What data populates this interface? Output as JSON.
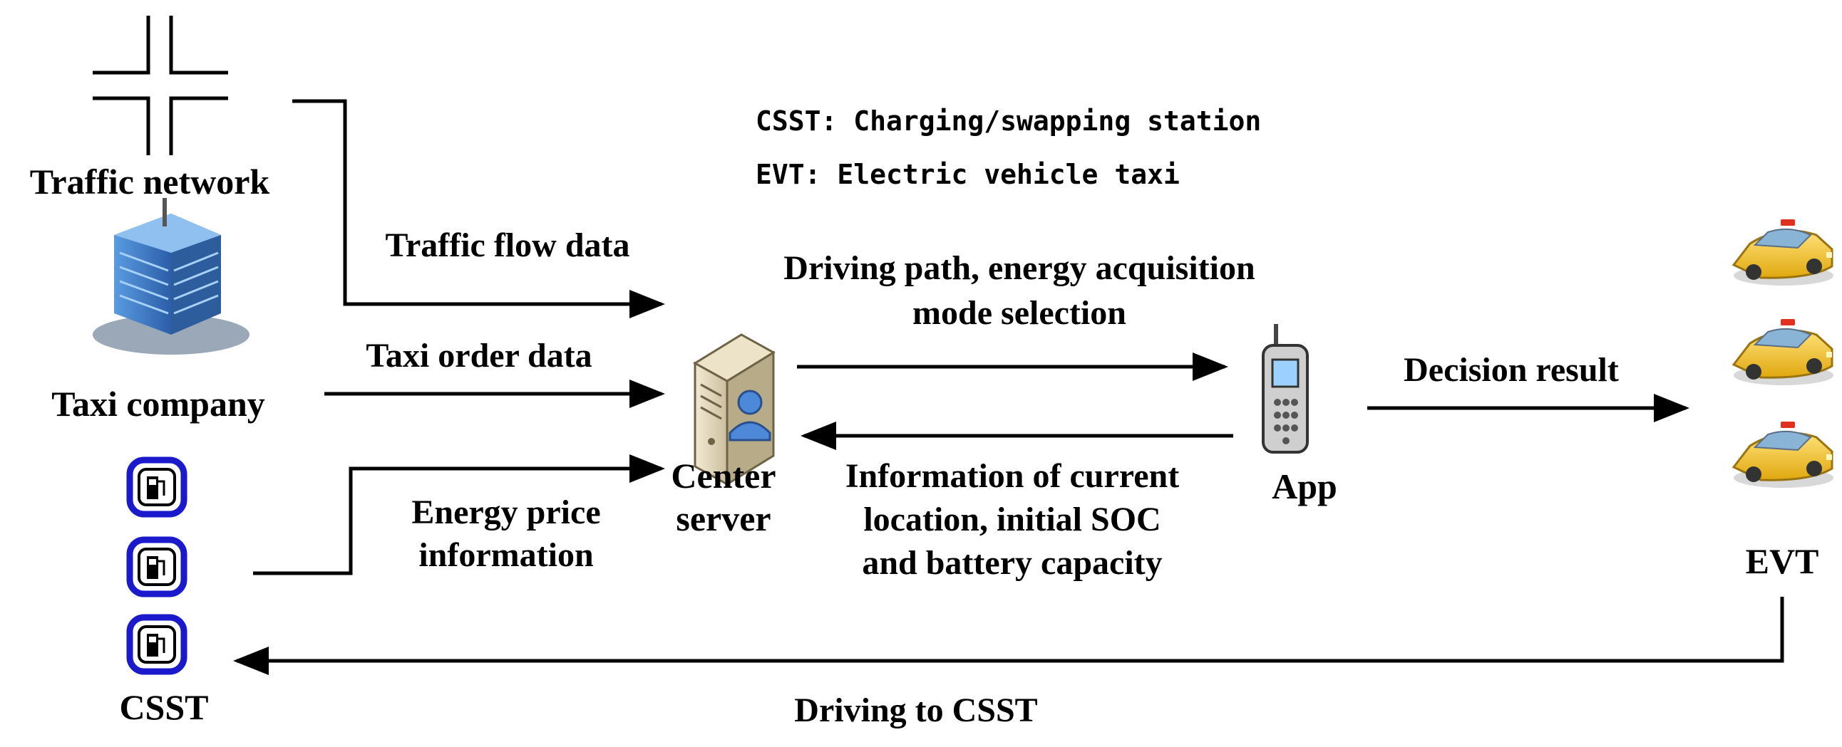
{
  "legend": {
    "csst": "CSST: Charging/swapping station",
    "evt": "EVT: Electric vehicle taxi"
  },
  "nodes": {
    "traffic_network": "Traffic network",
    "taxi_company": "Taxi company",
    "csst": "CSST",
    "center_server_line1": "Center",
    "center_server_line2": "server",
    "app": "App",
    "evt": "EVT"
  },
  "flows": {
    "traffic_flow": "Traffic flow data",
    "taxi_order": "Taxi order data",
    "energy_price_line1": "Energy price",
    "energy_price_line2": "information",
    "driving_path_line1": "Driving path, energy acquisition",
    "driving_path_line2": "mode selection",
    "info_line1": "Information of current",
    "info_line2": "location, initial SOC",
    "info_line3": "and battery capacity",
    "decision_result": "Decision result",
    "driving_to_csst": "Driving to CSST"
  },
  "colors": {
    "line": "#000000",
    "station_ring": "#1a1acc",
    "taxi_body": "#f2c21b",
    "building": "#3d7cc9"
  },
  "icons": {
    "traffic_network": "road-intersection-icon",
    "taxi_company": "office-building-icon",
    "csst": "fuel-pump-icon",
    "center_server": "server-user-icon",
    "app": "mobile-phone-icon",
    "evt": "taxi-car-icon"
  }
}
